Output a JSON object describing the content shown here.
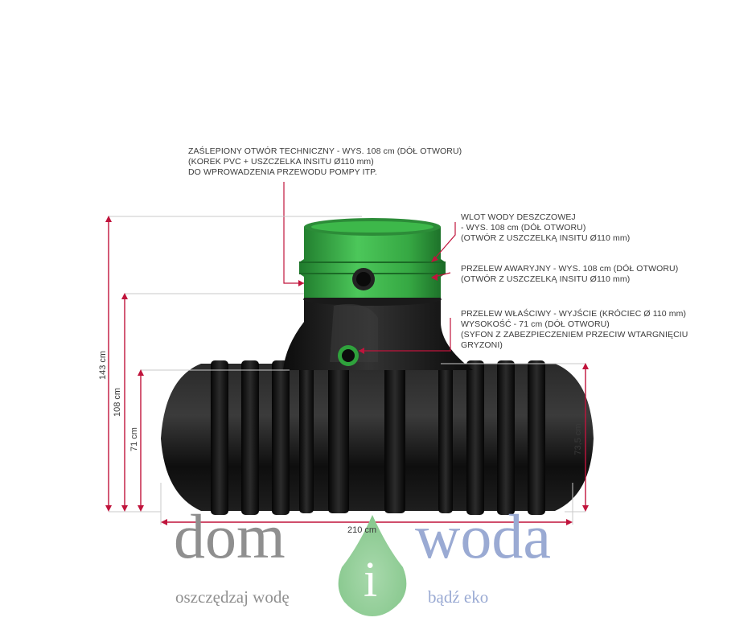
{
  "callouts": {
    "tech_opening": {
      "line1": "ZAŚLEPIONY OTWÓR TECHNICZNY - WYS. 108 cm (DÓŁ OTWORU)",
      "line2": "(KOREK PVC + USZCZELKA INSITU Ø110 mm)",
      "line3": "DO WPROWADZENIA PRZEWODU POMPY ITP."
    },
    "inlet": {
      "line1": "WLOT WODY DESZCZOWEJ",
      "line2": "- WYS. 108 cm (DÓŁ OTWORU)",
      "line3": "(OTWÓR Z USZCZELKĄ INSITU Ø110 mm)"
    },
    "overflow_emergency": {
      "line1": "PRZELEW AWARYJNY - WYS. 108 cm (DÓŁ OTWORU)",
      "line2": "(OTWÓR Z USZCZELKĄ INSITU Ø110 mm)"
    },
    "overflow_main": {
      "line1": "PRZELEW WŁAŚCIWY - WYJŚCIE (KRÓCIEC Ø 110 mm)",
      "line2": "WYSOKOŚĆ - 71 cm (DÓŁ OTWORU)",
      "line3": "(SYFON Z ZABEZPIECZENIEM PRZECIW WTARGNIĘCIU",
      "line4": "GRYZONI)"
    }
  },
  "dimensions": {
    "total_height": "143 cm",
    "inlet_height": "108 cm",
    "outlet_height": "71 cm",
    "tank_height": "73,5 cm",
    "width": "210 cm"
  },
  "logo": {
    "word_left": "dom",
    "letter_mid": "i",
    "word_right": "woda",
    "tagline_left": "oszczędzaj wodę",
    "tagline_right": "bądź eko"
  },
  "colors": {
    "dimension_line": "#c0143c",
    "tank_body": "#141414",
    "riser": "#3cb44a",
    "logo_gray": "#8f8f8f",
    "logo_blue": "#9aaad3",
    "logo_drop": "#8fcc95"
  }
}
